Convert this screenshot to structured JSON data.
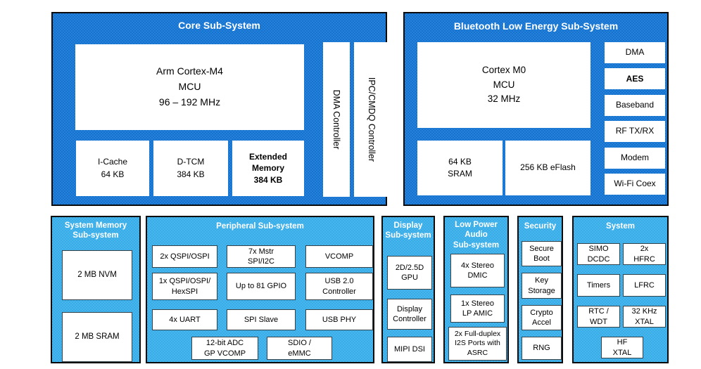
{
  "colors": {
    "dark_blue": "#1273d2",
    "light_blue": "#36ade9",
    "border": "#0b0b0b"
  },
  "core": {
    "title": "Core Sub-System",
    "cpu": "Arm Cortex-M4\nMCU\n96 – 192 MHz",
    "icache": "I-Cache\n64 KB",
    "dtcm": "D-TCM\n384 KB",
    "extmem": "Extended\nMemory\n384 KB",
    "dma_ctrl": "DMA Controller",
    "ipc_ctrl": "IPC/CMDQ Controller"
  },
  "ble": {
    "title": "Bluetooth Low Energy Sub-System",
    "cpu": "Cortex M0\nMCU\n32 MHz",
    "sram": "64 KB\nSRAM",
    "eflash": "256 KB eFlash",
    "blocks": [
      "DMA",
      "AES",
      "Baseband",
      "RF TX/RX",
      "Modem",
      "Wi-Fi Coex"
    ]
  },
  "memory": {
    "title": "System Memory\nSub-system",
    "nvm": "2 MB NVM",
    "sram": "2 MB SRAM"
  },
  "peripheral": {
    "title": "Peripheral Sub-system",
    "grid": [
      "2x QSPI/OSPI",
      "7x Mstr\nSPI/I2C",
      "VCOMP",
      "1x QSPI/OSPI/\nHexSPI",
      "Up to 81 GPIO",
      "USB 2.0\nController",
      "4x UART",
      "SPI Slave",
      "USB PHY"
    ],
    "bottom": [
      "12-bit ADC\nGP VCOMP",
      "SDIO /\neMMC"
    ]
  },
  "display": {
    "title": "Display\nSub-system",
    "blocks": [
      "2D/2.5D\nGPU",
      "Display\nController",
      "MIPI DSI"
    ]
  },
  "audio": {
    "title": "Low Power\nAudio\nSub-system",
    "blocks": [
      "4x Stereo\nDMIC",
      "1x Stereo\nLP AMIC",
      "2x Full-duplex\nI2S Ports with\nASRC"
    ]
  },
  "security": {
    "title": "Security",
    "blocks": [
      "Secure\nBoot",
      "Key\nStorage",
      "Crypto\nAccel",
      "RNG"
    ]
  },
  "system": {
    "title": "System",
    "grid": [
      "SIMO\nDCDC",
      "2x\nHFRC",
      "Timers",
      "LFRC",
      "RTC /\nWDT",
      "32 KHz\nXTAL"
    ],
    "bottom": "HF\nXTAL"
  }
}
